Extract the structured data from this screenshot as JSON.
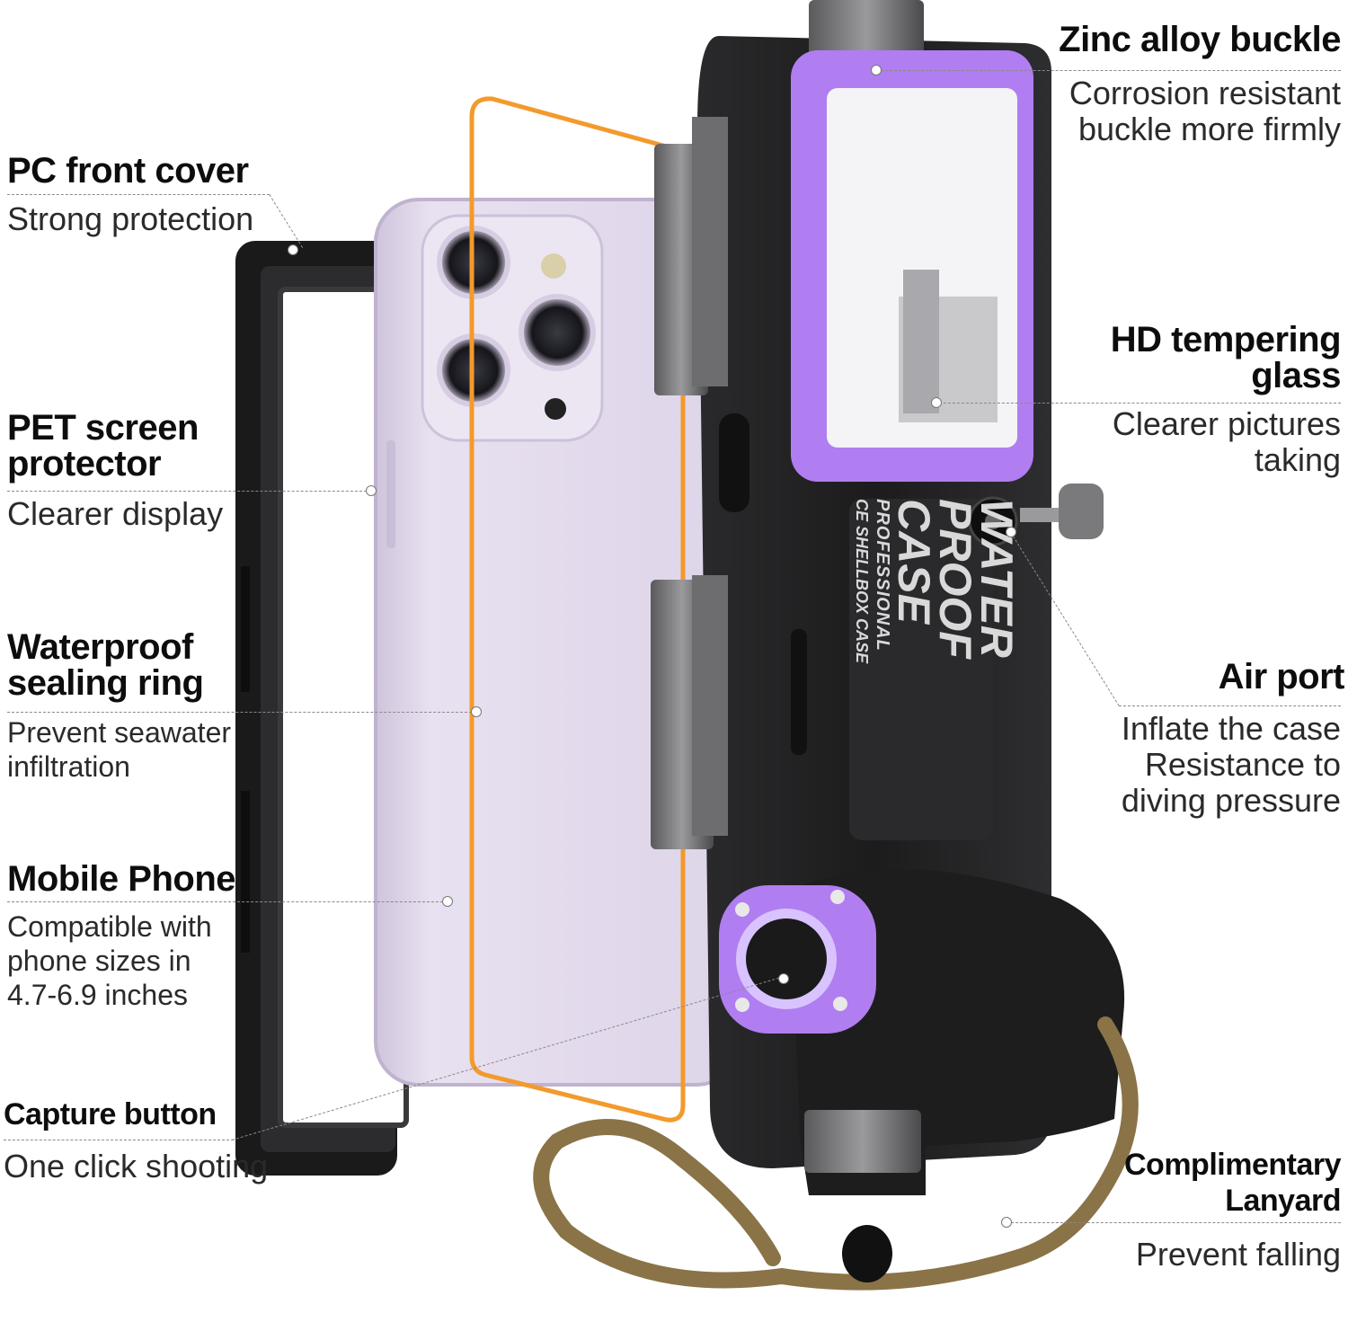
{
  "callouts": {
    "zinc": {
      "title": "Zinc alloy buckle",
      "desc": "Corrosion resistant\nbuckle more firmly"
    },
    "pc": {
      "title": "PC front cover",
      "desc": "Strong protection"
    },
    "pet": {
      "title": "PET screen\nprotector",
      "desc": "Clearer display"
    },
    "hd": {
      "title": "HD tempering\nglass",
      "desc": "Clearer pictures\ntaking"
    },
    "ring": {
      "title": "Waterproof\nsealing ring",
      "desc": "Prevent seawater\ninfiltration"
    },
    "air": {
      "title": "Air port",
      "desc": "Inflate the case\nResistance to\ndiving pressure"
    },
    "phone": {
      "title": "Mobile Phone",
      "desc": "Compatible with\nphone sizes in\n4.7-6.9 inches"
    },
    "capture": {
      "title": "Capture button",
      "desc": "One click shooting"
    },
    "lanyard": {
      "title": "Complimentary\nLanyard",
      "desc": "Prevent falling"
    }
  },
  "product_label": {
    "line1": "WATER",
    "line2": "PROOF",
    "line3": "CASE",
    "line4": "PROFESSIONAL",
    "line5": "CE SHELLBOX CASE"
  },
  "colors": {
    "accent_purple": "#b07ef0",
    "orange_ring": "#f39a2c",
    "case_black": "#1e1e1f",
    "phone_lilac": "#e4dcec",
    "lanyard_brown": "#8a7347"
  }
}
